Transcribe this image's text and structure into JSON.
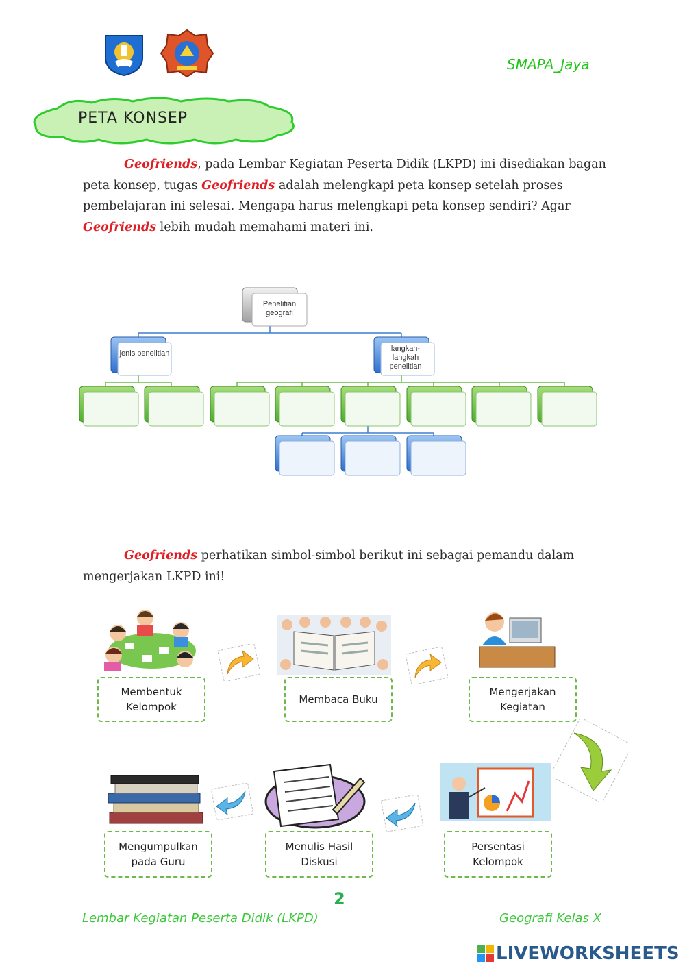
{
  "header": {
    "brand": "SMAPA_Jaya"
  },
  "section_title": "PETA KONSEP",
  "intro": {
    "s1": "Geofriends",
    "s2": ", pada Lembar Kegiatan Peserta Didik (LKPD) ini disediakan bagan peta konsep, tugas ",
    "s3": "Geofriends",
    "s4": " adalah melengkapi peta konsep setelah proses pembelajaran ini selesai. Mengapa harus melengkapi peta konsep sendiri? Agar ",
    "s5": "Geofriends",
    "s6": " lebih mudah memahami materi ini."
  },
  "concept_map": {
    "root": "Penelitian geografi",
    "left": "jenis penelitian",
    "right": "langkah-langkah penelitian"
  },
  "instruction": {
    "s1": "Geofriends",
    "s2": " perhatikan simbol-simbol berikut ini sebagai pemandu dalam mengerjakan LKPD ini!"
  },
  "symbols": {
    "s1": "Membentuk Kelompok",
    "s2": "Membaca Buku",
    "s3": "Mengerjakan Kegiatan",
    "s4": "Mengumpulkan pada Guru",
    "s5": "Menulis Hasil Diskusi",
    "s6": "Persentasi Kelompok"
  },
  "page_number": "2",
  "footer": {
    "left": "Lembar Kegiatan Peserta Didik (LKPD)",
    "right": "Geografi Kelas X"
  },
  "watermark": "LIVEWORKSHEETS",
  "colors": {
    "brand_green": "#22c51a",
    "geofriends_red": "#e01f25",
    "map_green": "#66bb44",
    "map_blue": "#3d7fd0"
  }
}
